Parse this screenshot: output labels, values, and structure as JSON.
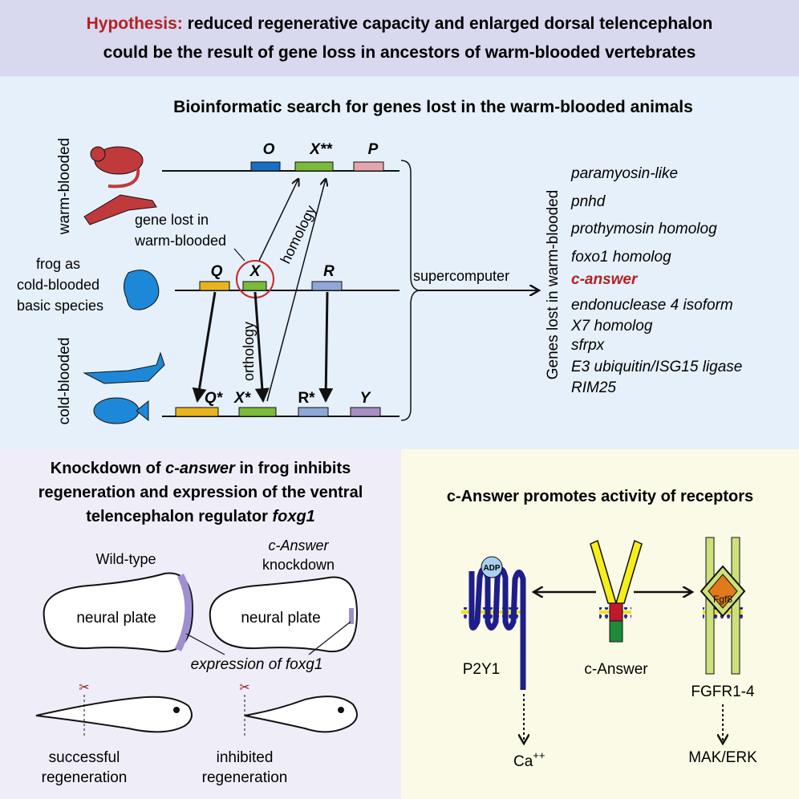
{
  "header": {
    "hypothesis_label": "Hypothesis:",
    "line1": "reduced regenerative capacity and enlarged dorsal telencephalon",
    "line2": "could be the result of gene loss in ancestors of warm-blooded vertebrates"
  },
  "search": {
    "title": "Bioinformatic search for genes lost in the warm-blooded animals",
    "warm_label": "warm-blooded",
    "cold_label": "cold-blooded",
    "frog_label": [
      "frog as",
      "cold-blooded",
      "basic species"
    ],
    "gene_lost_label": [
      "gene lost in",
      "warm-blooded"
    ],
    "homology": "homology",
    "orthology": "orthology",
    "top_genes": [
      "O",
      "X**",
      "P"
    ],
    "mid_genes": [
      "Q",
      "X",
      "R"
    ],
    "bottom_genes": [
      "Q*",
      "X*",
      "R*",
      "Y"
    ],
    "supercomputer": "supercomputer",
    "list_title": "Genes lost in warm-blooded",
    "genes_lost": [
      "paramyosin-like",
      "pnhd",
      "prothymosin homolog",
      "foxo1 homolog",
      "c-answer",
      "endonuclease 4 isoform",
      "X7 homolog",
      "sfrpx",
      "E3 ubiquitin/ISG15 ligase",
      "RIM25"
    ],
    "highlight_gene": "c-answer"
  },
  "knockdown": {
    "title_pre": "Knockdown of ",
    "title_gene": "c-answer",
    "title_post": " in frog inhibits",
    "title_line2": "regeneration and expression of the ventral",
    "title_line3_pre": "telencephalon  regulator ",
    "title_line3_gene": "foxg1",
    "wildtype": "Wild-type",
    "ko_line1": "c-Answer",
    "ko_line2": "knockdown",
    "neural_plate": "neural plate",
    "expression": "expression of foxg1",
    "success": [
      "successful",
      "regeneration"
    ],
    "inhibited": [
      "inhibited",
      "regeneration"
    ]
  },
  "receptors": {
    "title": "c-Answer promotes activity of receptors",
    "adp": "ADP",
    "p2y1": "P2Y1",
    "canswer": "c-Answer",
    "fgf8": "Fgf8",
    "fgfr": "FGFR1-4",
    "ca": "Ca",
    "ca_charge": "++",
    "mak": "MAK/ERK"
  },
  "colors": {
    "accent_red": "#b22222",
    "warm_animal": "#c0393b",
    "cold_animal": "#1e88d8",
    "header_bg": "#d8d8ee",
    "search_bg": "#e6f0fa",
    "knockdown_bg": "#efeef8",
    "receptor_bg": "#fafae6"
  }
}
